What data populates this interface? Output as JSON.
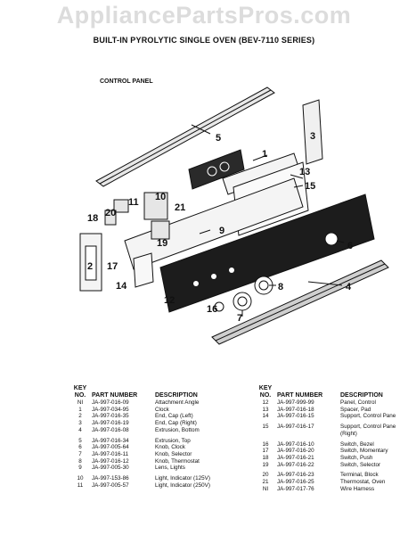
{
  "watermark": "AppliancePartsPros.com",
  "title": "BUILT-IN PYROLYTIC SINGLE OVEN (BEV-7110 SERIES)",
  "section_label": "CONTROL PANEL",
  "diagram_callouts": [
    "1",
    "2",
    "3",
    "4",
    "5",
    "6",
    "7",
    "8",
    "9",
    "10",
    "11",
    "12",
    "13",
    "14",
    "15",
    "16",
    "17",
    "18",
    "19",
    "20",
    "21"
  ],
  "table_headers": {
    "key_line1": "KEY",
    "key_line2": "NO.",
    "part_number": "PART NUMBER",
    "description": "DESCRIPTION"
  },
  "parts_left": [
    {
      "key": "NI",
      "part": "JA-997-016-09",
      "desc": "Attachment Angle"
    },
    {
      "key": "1",
      "part": "JA-997-034-95",
      "desc": "Clock"
    },
    {
      "key": "2",
      "part": "JA-997-016-35",
      "desc": "End, Cap (Left)"
    },
    {
      "key": "3",
      "part": "JA-997-016-19",
      "desc": "End, Cap (Right)"
    },
    {
      "key": "4",
      "part": "JA-997-016-08",
      "desc": "Extrusion, Bottom"
    },
    {
      "key": "5",
      "part": "JA-997-016-34",
      "desc": "Extrusion, Top"
    },
    {
      "key": "6",
      "part": "JA-997-005-64",
      "desc": "Knob, Clock"
    },
    {
      "key": "7",
      "part": "JA-997-016-11",
      "desc": "Knob, Selector"
    },
    {
      "key": "8",
      "part": "JA-997-016-12",
      "desc": "Knob, Thermostat"
    },
    {
      "key": "9",
      "part": "JA-997-005-30",
      "desc": "Lens, Lights"
    },
    {
      "key": "10",
      "part": "JA-997-153-86",
      "desc": "Light, Indicator (125V)"
    },
    {
      "key": "11",
      "part": "JA-997-005-57",
      "desc": "Light, Indicator (250V)"
    }
  ],
  "parts_right": [
    {
      "key": "12",
      "part": "JA-997-999-99",
      "desc": "Panel, Control"
    },
    {
      "key": "13",
      "part": "JA-997-016-18",
      "desc": "Spacer, Pad"
    },
    {
      "key": "14",
      "part": "JA-997-016-15",
      "desc": "Support, Control Pane"
    },
    {
      "key": "15",
      "part": "JA-997-016-17",
      "desc": "Support, Control Pane",
      "desc2": "(Right)"
    },
    {
      "key": "16",
      "part": "JA-997-016-10",
      "desc": "Switch, Bezel"
    },
    {
      "key": "17",
      "part": "JA-997-016-20",
      "desc": "Switch, Momentary"
    },
    {
      "key": "18",
      "part": "JA-997-016-21",
      "desc": "Switch, Push"
    },
    {
      "key": "19",
      "part": "JA-997-016-22",
      "desc": "Switch, Selector"
    },
    {
      "key": "20",
      "part": "JA-997-016-23",
      "desc": "Terminal, Block"
    },
    {
      "key": "21",
      "part": "JA-997-016-25",
      "desc": "Thermostat, Oven"
    },
    {
      "key": "NI",
      "part": "JA-997-017-76",
      "desc": "Wire Harness"
    }
  ]
}
